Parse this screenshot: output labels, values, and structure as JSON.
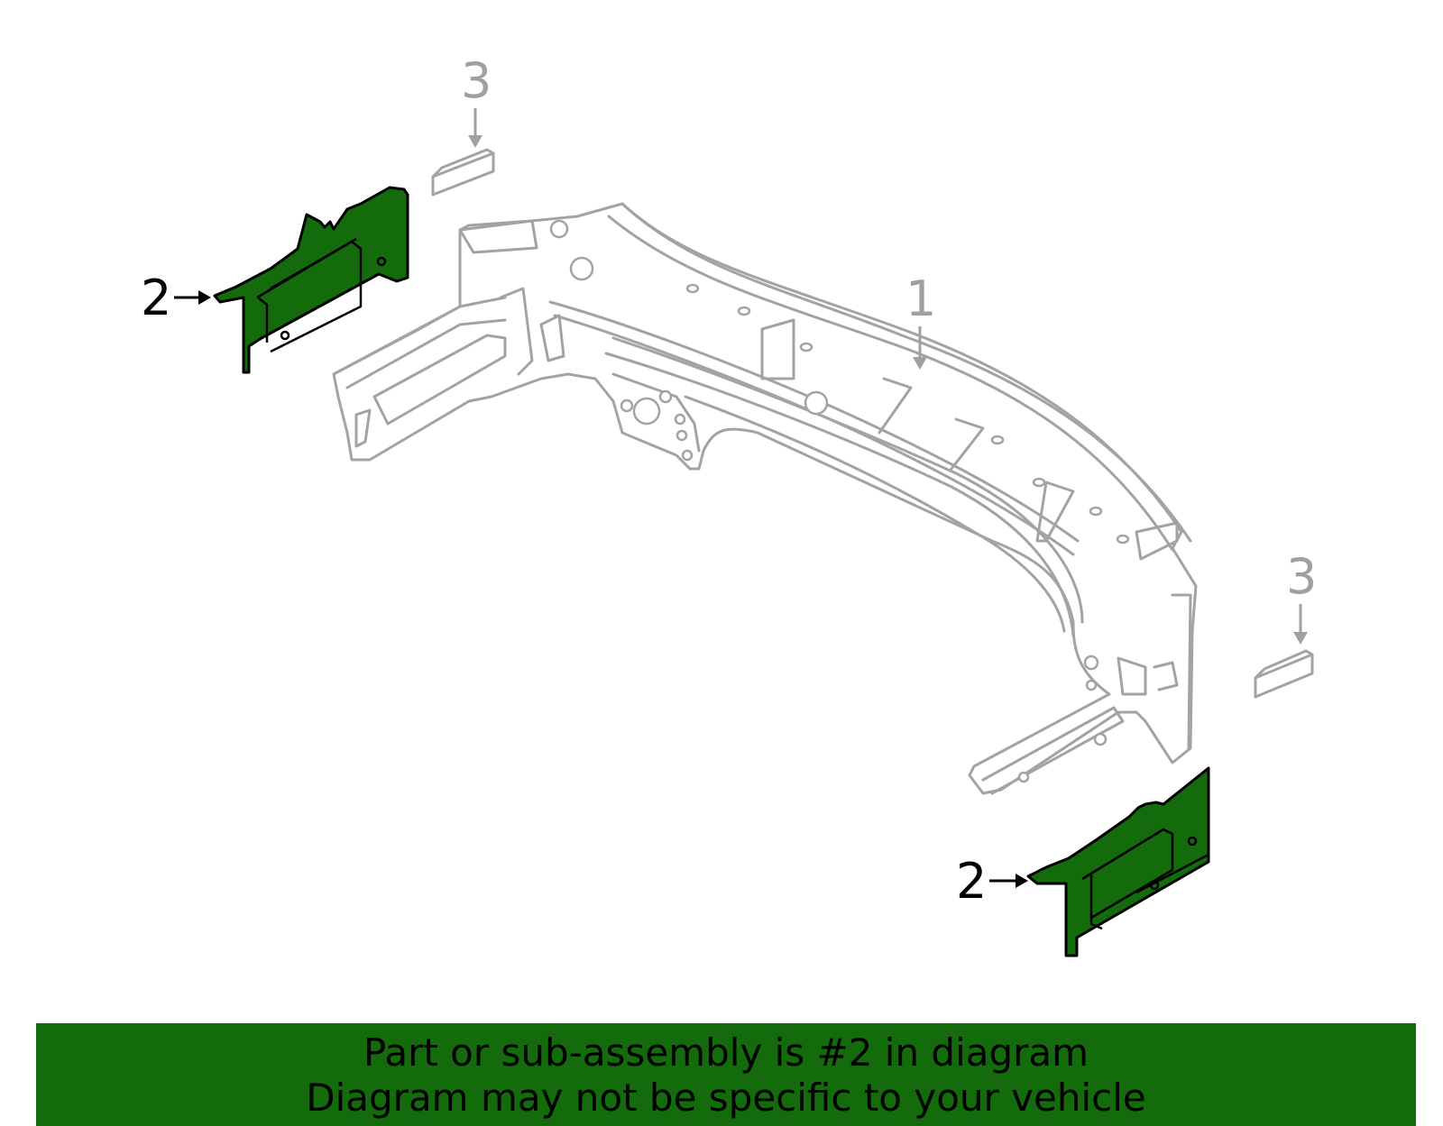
{
  "callouts": {
    "part_1": "1",
    "part_2_left": "2",
    "part_2_right": "2",
    "part_3_top": "3",
    "part_3_right": "3"
  },
  "banner": {
    "line1": "Part or sub-assembly is #2 in diagram",
    "line2": "Diagram may not be specific to your vehicle"
  },
  "colors": {
    "highlight": "#136b0c",
    "outline": "#a3a3a3",
    "background": "#ffffff"
  }
}
